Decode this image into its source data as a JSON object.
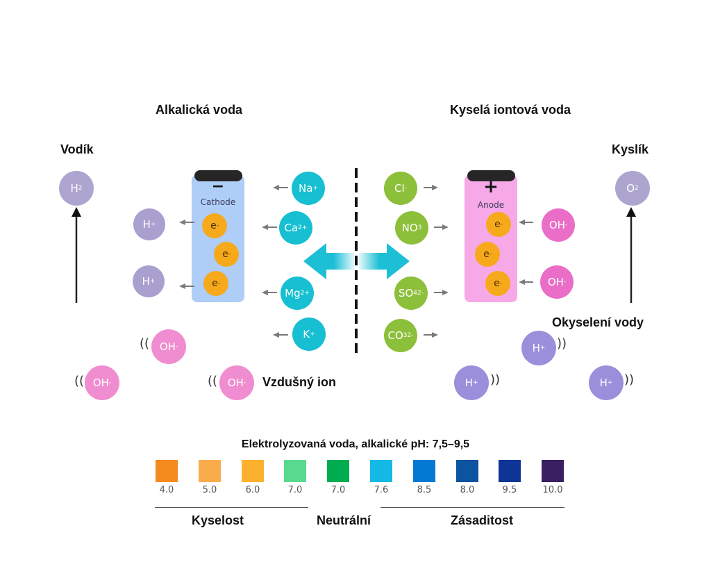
{
  "titles": {
    "alkaline_water": "Alkalická voda",
    "acidic_ion_water": "Kyselá iontová voda",
    "hydrogen": "Vodík",
    "oxygen": "Kyslík",
    "water_acidification": "Okyselení vody",
    "air_ion": "Vzdušný ion"
  },
  "cathode": {
    "label": "Cathode",
    "sign": "−",
    "electrons": [
      "e",
      "e",
      "e"
    ]
  },
  "anode": {
    "label": "Anode",
    "sign": "+",
    "electrons": [
      "e",
      "e",
      "e"
    ]
  },
  "molecules": {
    "h2": "H",
    "h2_sub": "2",
    "o2": "O",
    "o2_sub": "2"
  },
  "h_plus": {
    "base": "H",
    "sup": "+"
  },
  "cations": [
    {
      "base": "Na",
      "sup": "+"
    },
    {
      "base": "Ca",
      "sup": "2+"
    },
    {
      "base": "Mg",
      "sup": "2+"
    },
    {
      "base": "K",
      "sup": "+"
    }
  ],
  "anions": [
    {
      "base": "Cl",
      "sup": "-",
      "sub": ""
    },
    {
      "base": "NO",
      "sup": "3",
      "sub": ""
    },
    {
      "base": "SO",
      "sup": "2-",
      "sub": "4"
    },
    {
      "base": "CO",
      "sup": "2-",
      "sub": "3"
    }
  ],
  "oh_minus": {
    "base": "OH",
    "sup": "-"
  },
  "electron_sup": "-",
  "ph_scale": {
    "title": "Elektrolyzovaná voda, alkalické pH: 7,5–9,5",
    "swatches": [
      {
        "value": "4.0",
        "color": "#f58a1f"
      },
      {
        "value": "5.0",
        "color": "#fbac4a"
      },
      {
        "value": "6.0",
        "color": "#fdb22f"
      },
      {
        "value": "7.0",
        "color": "#58d98f"
      },
      {
        "value": "7.0",
        "color": "#00ac50"
      },
      {
        "value": "7.6",
        "color": "#14b9e4"
      },
      {
        "value": "8.5",
        "color": "#0479d2"
      },
      {
        "value": "8.0",
        "color": "#0c53a0"
      },
      {
        "value": "9.5",
        "color": "#0f3596"
      },
      {
        "value": "10.0",
        "color": "#3a1f62"
      }
    ],
    "groups": {
      "acidity": "Kyselost",
      "neutral": "Neutrální",
      "alkalinity": "Zásaditost"
    }
  },
  "colors": {
    "cathode_fill": "#aecdf7",
    "anode_fill": "#f6a9e6",
    "arrow_teal": "#1cbfd6"
  }
}
